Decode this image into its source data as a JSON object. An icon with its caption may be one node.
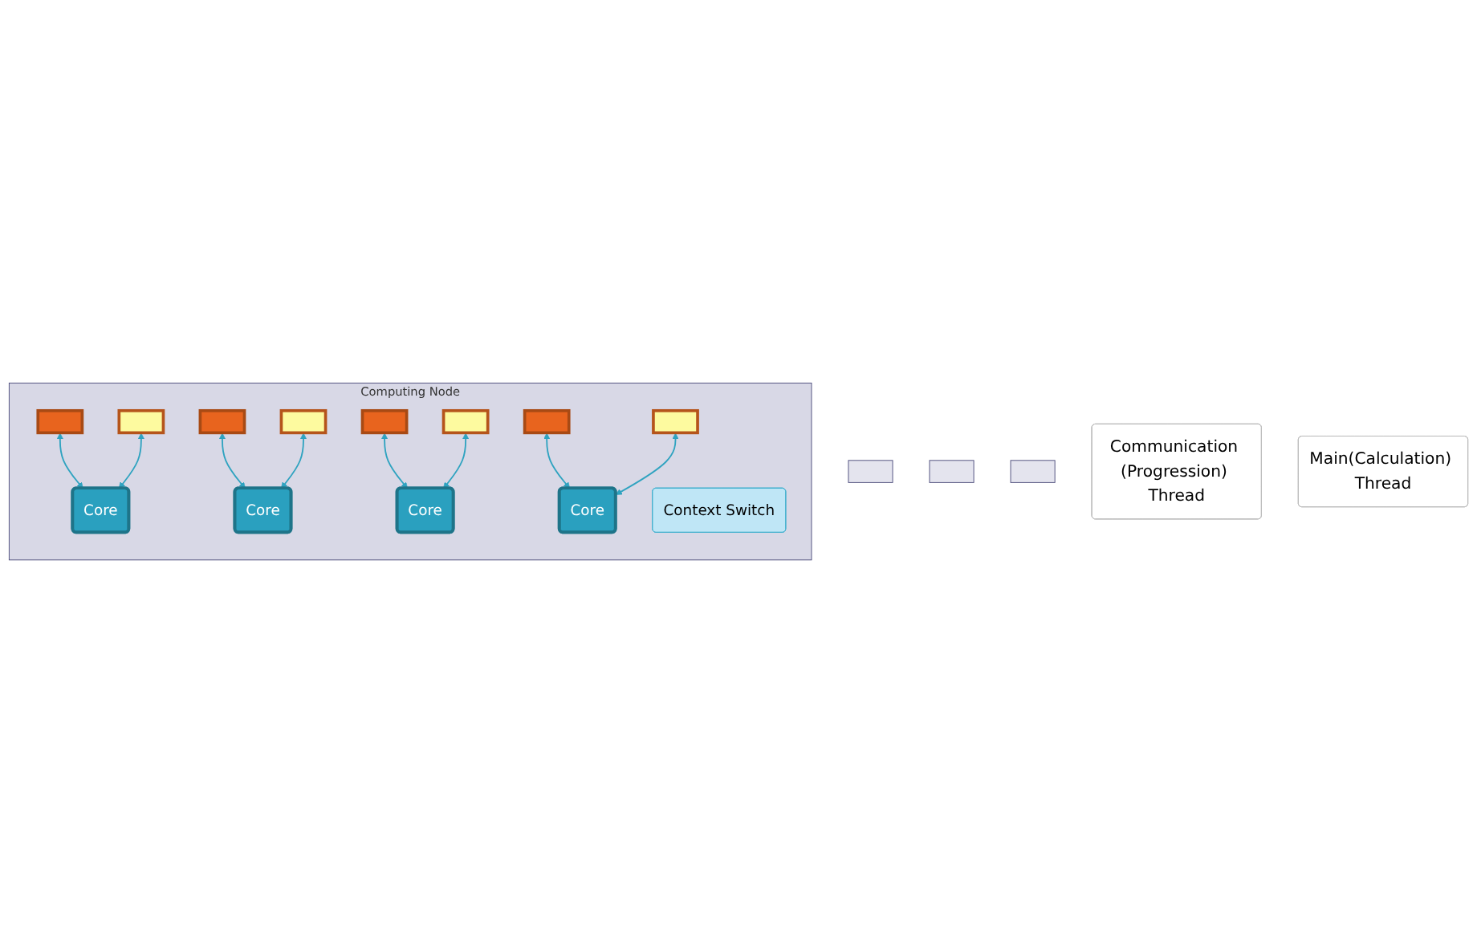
{
  "diagram": {
    "nodes": [
      {
        "text": [],
        "shape": "box"
      },
      {
        "text": [],
        "shape": "box"
      },
      {
        "text": [],
        "shape": "box"
      },
      {
        "text": [
          "Computing Node"
        ]
      },
      {
        "text": [
          "Communication (Progression) Thread"
        ]
      },
      {
        "text": [],
        "shape": "box",
        "in": 3
      },
      {
        "text": [],
        "shape": "box",
        "in": 3
      },
      {
        "text": [],
        "shape": "box",
        "in": 3
      },
      {
        "text": [],
        "shape": "box",
        "in": 3
      },
      {
        "text": [],
        "shape": "box",
        "in": 3
      },
      {
        "text": [],
        "shape": "box",
        "in": 3
      },
      {
        "text": [],
        "shape": "box",
        "in": 3
      },
      {
        "text": [],
        "shape": "box",
        "in": 3
      },
      {
        "text": [
          "Main(Calculation) Thread"
        ]
      },
      {
        "text": [
          "Context Switch"
        ],
        "in": 3
      },
      {
        "text": [
          "Core"
        ],
        "in": 3
      },
      {
        "text": [
          "Core"
        ],
        "in": 3
      },
      {
        "text": [
          "Core"
        ],
        "in": 3
      },
      {
        "text": [
          "Core"
        ],
        "in": 3
      }
    ],
    "edges": [
      {
        "from": 5,
        "to": 15,
        "arrow": "both"
      },
      {
        "from": 6,
        "to": 15,
        "arrow": "both"
      },
      {
        "from": 7,
        "to": 16,
        "arrow": "both"
      },
      {
        "from": 8,
        "to": 16,
        "arrow": "both"
      },
      {
        "from": 9,
        "to": 17,
        "arrow": "both"
      },
      {
        "from": 10,
        "to": 17,
        "arrow": "both"
      },
      {
        "from": 11,
        "to": 18,
        "arrow": "both"
      },
      {
        "from": 12,
        "to": 18,
        "arrow": "both"
      }
    ]
  }
}
